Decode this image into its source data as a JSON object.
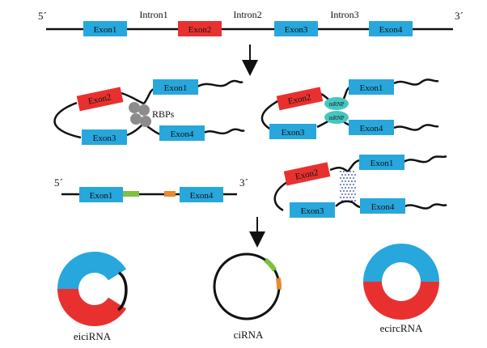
{
  "colors": {
    "exon_blue": "#27A7DC",
    "exon_red": "#E8312F",
    "line": "#111111",
    "green": "#7DC142",
    "orange": "#E98A2C",
    "rbp_grey": "#8C8C8C",
    "mrnp_teal": "#46C6C0",
    "dots": "#1F3C8C"
  },
  "top_gene": {
    "five_prime": "5´",
    "three_prime": "3´",
    "exons": [
      "Exon1",
      "Exon2",
      "Exon3",
      "Exon4"
    ],
    "introns": [
      "Intron1",
      "Intron2",
      "Intron3"
    ]
  },
  "rbp_panel": {
    "exon2": "Exon2",
    "exon1": "Exon1",
    "exon3": "Exon3",
    "exon4": "Exon4",
    "rbp_label": "RBPs"
  },
  "mrnp_panel": {
    "exon2": "Exon2",
    "exon1": "Exon1",
    "exon3": "Exon3",
    "exon4": "Exon4",
    "mrnp_a": "mRNP",
    "mrnp_b": "mRNP"
  },
  "linear_panel": {
    "five_prime": "5´",
    "three_prime": "3´",
    "exon1": "Exon1",
    "exon4": "Exon4"
  },
  "pairing_panel": {
    "exon2": "Exon2",
    "exon1": "Exon1",
    "exon3": "Exon3",
    "exon4": "Exon4"
  },
  "products": {
    "eiciRNA": "eiciRNA",
    "ciRNA": "ciRNA",
    "ecircRNA": "ecircRNA"
  }
}
